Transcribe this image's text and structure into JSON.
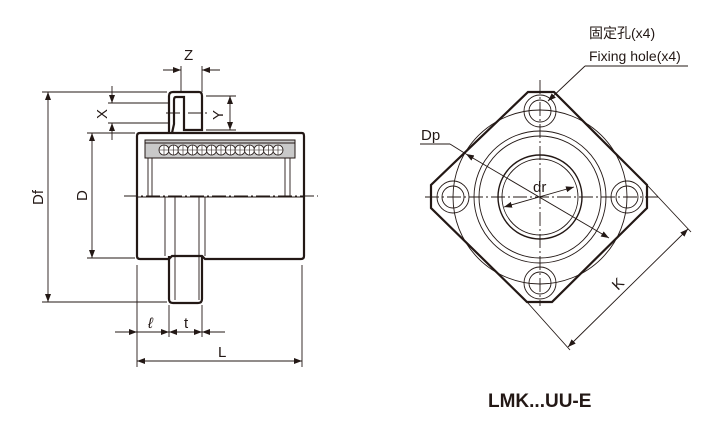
{
  "side_view": {
    "labels": {
      "z": "Z",
      "x": "X",
      "y": "Y",
      "df": "Df",
      "d": "D",
      "l_small": "ℓ",
      "t": "t",
      "l": "L"
    }
  },
  "front_view": {
    "labels": {
      "dp": "Dp",
      "dr": "dr",
      "k": "K"
    },
    "fixing_hole_cn": "固定孔(x4)",
    "fixing_hole_en": "Fixing hole(x4)"
  },
  "model_name": "LMK...UU-E"
}
